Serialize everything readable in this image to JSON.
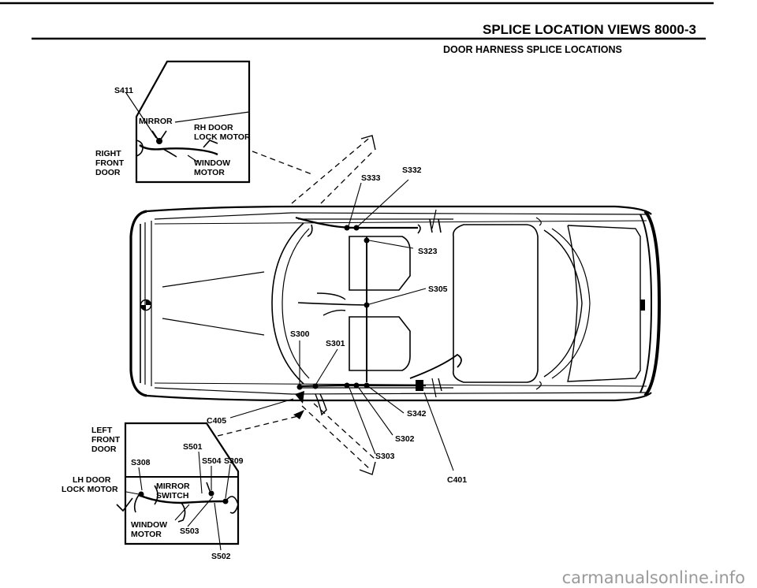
{
  "header": {
    "title": "SPLICE LOCATION VIEWS",
    "page_number": "8000-3",
    "subtitle": "DOOR HARNESS SPLICE LOCATIONS"
  },
  "rh_door": {
    "door_label": [
      "RIGHT",
      "FRONT",
      "DOOR"
    ],
    "splice": "S411",
    "mirror": "MIRROR",
    "lock_motor": [
      "RH DOOR",
      "LOCK MOTOR"
    ],
    "window_motor": [
      "WINDOW",
      "MOTOR"
    ]
  },
  "lh_door": {
    "door_label": [
      "LEFT",
      "FRONT",
      "DOOR"
    ],
    "lock_motor": [
      "LH DOOR",
      "LOCK MOTOR"
    ],
    "mirror_switch": [
      "MIRROR",
      "SWITCH"
    ],
    "window_motor": [
      "WINDOW",
      "MOTOR"
    ],
    "splices": [
      "S308",
      "S501",
      "S504",
      "S309",
      "S503",
      "S502"
    ]
  },
  "car": {
    "splices": [
      "S333",
      "S332",
      "S323",
      "S305",
      "S300",
      "S301",
      "S342",
      "S302",
      "S303"
    ],
    "connectors": [
      "C405",
      "C401"
    ]
  },
  "watermark": "carmanualsonline.info"
}
